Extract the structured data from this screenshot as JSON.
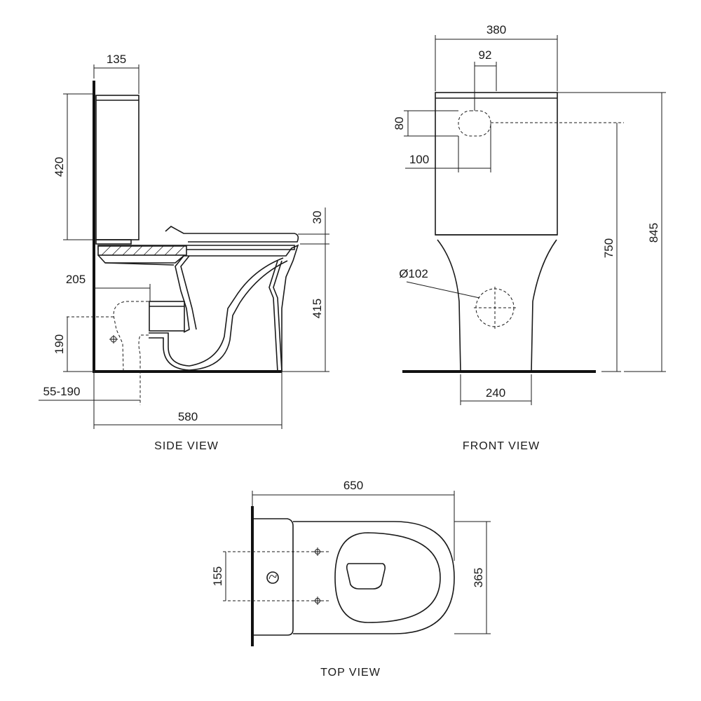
{
  "views": {
    "side": {
      "caption": "SIDE VIEW"
    },
    "front": {
      "caption": "FRONT VIEW"
    },
    "top": {
      "caption": "TOP VIEW"
    }
  },
  "dimensions": {
    "side_cistern_depth": "135",
    "side_cistern_height": "420",
    "side_seat_thickness": "30",
    "side_pan_height": "415",
    "side_inlet_offset": "205",
    "side_outlet_height": "190",
    "side_outlet_setout": "55-190",
    "side_overall_depth": "580",
    "front_overall_width": "380",
    "front_button_offset": "92",
    "front_button_height": "80",
    "front_button_width": "100",
    "front_pan_height": "750",
    "front_overall_height": "845",
    "front_outlet_diameter": "Ø102",
    "front_base_width": "240",
    "top_overall_length": "650",
    "top_fixing_spacing": "155",
    "top_overall_width": "365"
  },
  "colors": {
    "line": "#1a1a1a",
    "background": "#ffffff"
  }
}
